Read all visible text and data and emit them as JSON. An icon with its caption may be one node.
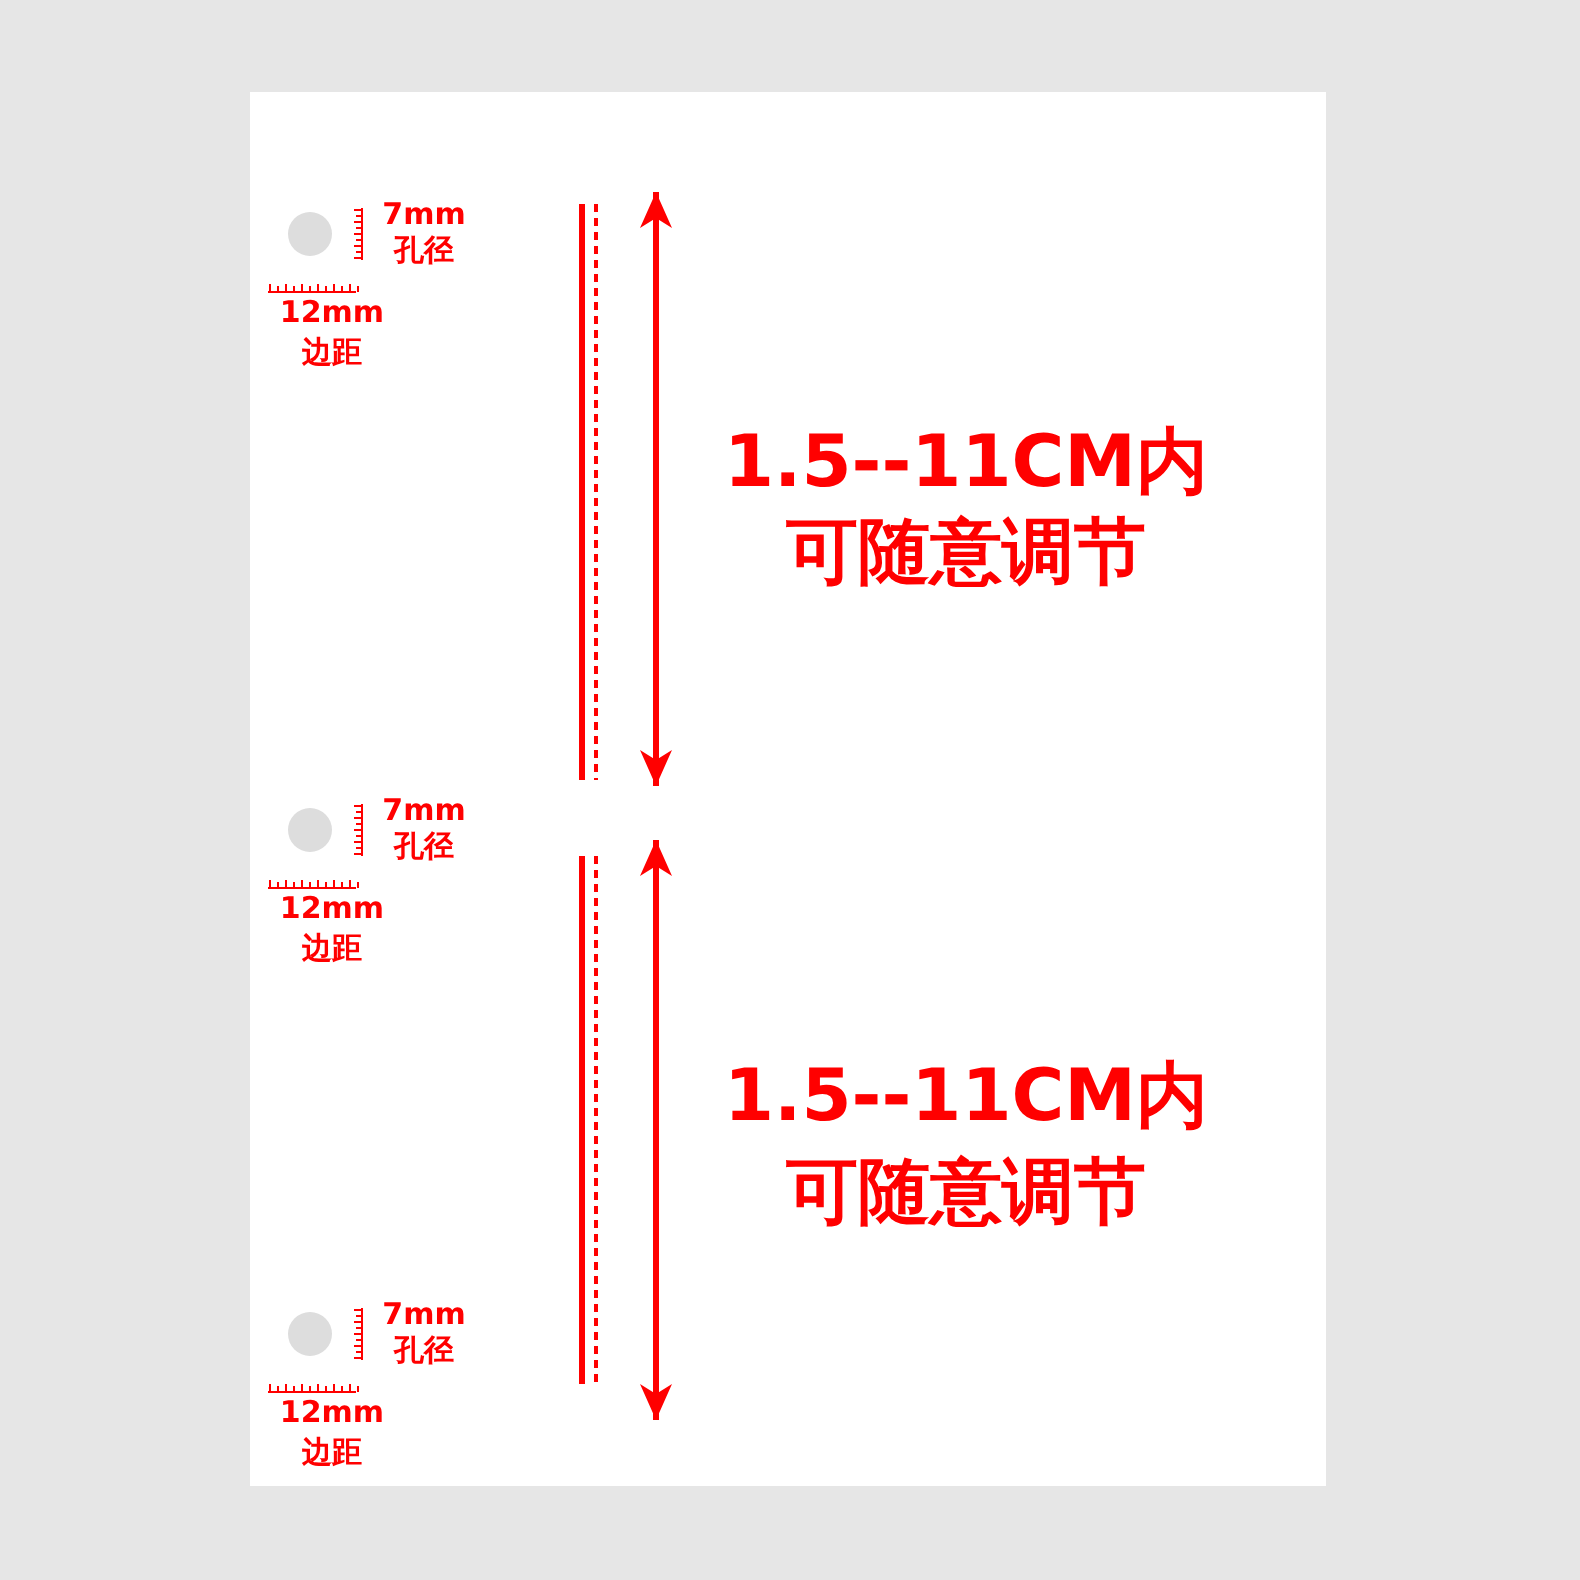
{
  "diagram": {
    "labels": [
      "7mm",
      "孔径",
      "12mm",
      "边距",
      "1.5--11CM内",
      "可随意调节",
      "7mm",
      "孔径",
      "12mm",
      "边距",
      "1.5--11CM内",
      "可随意调节",
      "7mm",
      "孔径",
      "12mm",
      "边距"
    ]
  }
}
